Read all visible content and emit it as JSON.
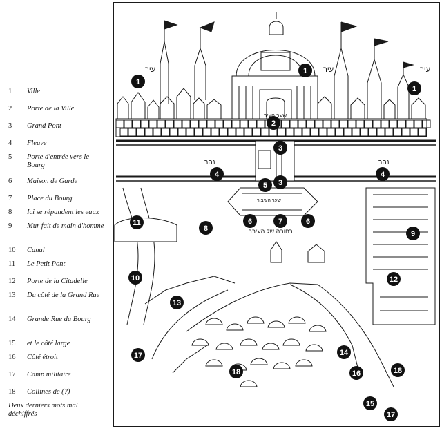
{
  "legend": {
    "items": [
      {
        "num": "1",
        "label": "Ville"
      },
      {
        "num": "2",
        "label": "Porte de la Ville"
      },
      {
        "num": "3",
        "label": "Grand Pont"
      },
      {
        "num": "4",
        "label": "Fleuve"
      },
      {
        "num": "5",
        "label": "Porte d'entrée vers le Bourg"
      },
      {
        "num": "6",
        "label": "Maison de Garde"
      },
      {
        "num": "7",
        "label": "Place du Bourg"
      },
      {
        "num": "8",
        "label": "Ici se répandent les eaux"
      },
      {
        "num": "9",
        "label": "Mur fait de main d'homme"
      },
      {
        "num": "10",
        "label": "Canal"
      },
      {
        "num": "11",
        "label": "Le Petit Pont"
      },
      {
        "num": "12",
        "label": "Porte de la Citadelle"
      },
      {
        "num": "13",
        "label": "Du côté de la Grand Rue"
      },
      {
        "num": "14",
        "label": "Grande Rue du Bourg"
      },
      {
        "num": "15",
        "label": "et le côté large"
      },
      {
        "num": "16",
        "label": "Côté étroit"
      },
      {
        "num": "17",
        "label": "Camp militaire"
      },
      {
        "num": "18",
        "label": "Collines de (?)"
      }
    ],
    "footnote": "Deux derniers mots mal déchiffrés"
  },
  "map": {
    "hebrew": {
      "city_left": "עיר",
      "city_mid": "עיר",
      "city_right": "עיר",
      "city_gate": "שער העיר",
      "river_left": "נהר",
      "river_right": "נהר",
      "bridge_note": "רחובה של העיבר",
      "gate_note": "שער העיבור"
    },
    "markers": [
      "1",
      "1",
      "1",
      "2",
      "3",
      "3",
      "4",
      "4",
      "5",
      "6",
      "6",
      "7",
      "8",
      "9",
      "10",
      "11",
      "12",
      "13",
      "14",
      "15",
      "16",
      "17",
      "17",
      "18",
      "18"
    ],
    "colors": {
      "ink": "#1a1a1a",
      "marker": "#111111",
      "marker_text": "#ffffff",
      "paper": "#ffffff"
    }
  }
}
